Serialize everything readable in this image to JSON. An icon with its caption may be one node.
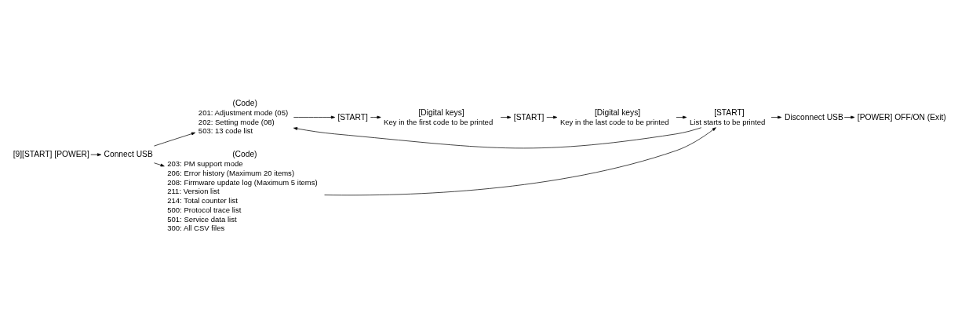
{
  "diagram": {
    "nodes": [
      {
        "text": [
          "[9][START] [POWER]"
        ]
      },
      {
        "text": [
          "Connect USB"
        ]
      },
      {
        "text": [
          "(Code)"
        ],
        "beside": [
          "201: Adjustment mode (05)",
          "202: Setting mode (08)",
          "503: 13 code list"
        ]
      },
      {
        "text": [
          "[START]"
        ]
      },
      {
        "text": [
          "[Digital keys]"
        ],
        "beside": [
          "Key in the first code to be printed"
        ]
      },
      {
        "text": [
          "[START]"
        ]
      },
      {
        "text": [
          "[Digital keys]"
        ],
        "beside": [
          "Key in the last code to be printed"
        ]
      },
      {
        "text": [
          "[START]"
        ],
        "beside": [
          "List starts to be printed"
        ]
      },
      {
        "text": [
          "Disconnect USB"
        ]
      },
      {
        "text": [
          "[POWER] OFF/ON (Exit)"
        ]
      },
      {
        "text": [
          "(Code)"
        ],
        "beside": [
          "203: PM support mode",
          "206: Error history (Maximum 20 items)",
          "208: Firmware update log (Maximum 5 items)",
          "211: Version list",
          "214: Total counter list",
          "500: Protocol trace list",
          "501: Service data list",
          "300: All CSV files"
        ]
      }
    ],
    "edges": [
      {
        "from": 0,
        "to": 1,
        "arrow": "to"
      },
      {
        "from": 1,
        "to": 2,
        "arrow": "to"
      },
      {
        "from": 1,
        "to": 10,
        "arrow": "to"
      },
      {
        "from": 2,
        "to": 3,
        "arrow": "to"
      },
      {
        "from": 3,
        "to": 4,
        "arrow": "to"
      },
      {
        "from": 4,
        "to": 5,
        "arrow": "to"
      },
      {
        "from": 5,
        "to": 6,
        "arrow": "to"
      },
      {
        "from": 6,
        "to": 7,
        "arrow": "to"
      },
      {
        "from": 10,
        "to": 7,
        "arrow": "to"
      },
      {
        "from": 7,
        "to": 8,
        "arrow": "to"
      },
      {
        "from": 7,
        "to": 2,
        "arrow": "to"
      },
      {
        "from": 8,
        "to": 9,
        "arrow": "to"
      }
    ]
  }
}
